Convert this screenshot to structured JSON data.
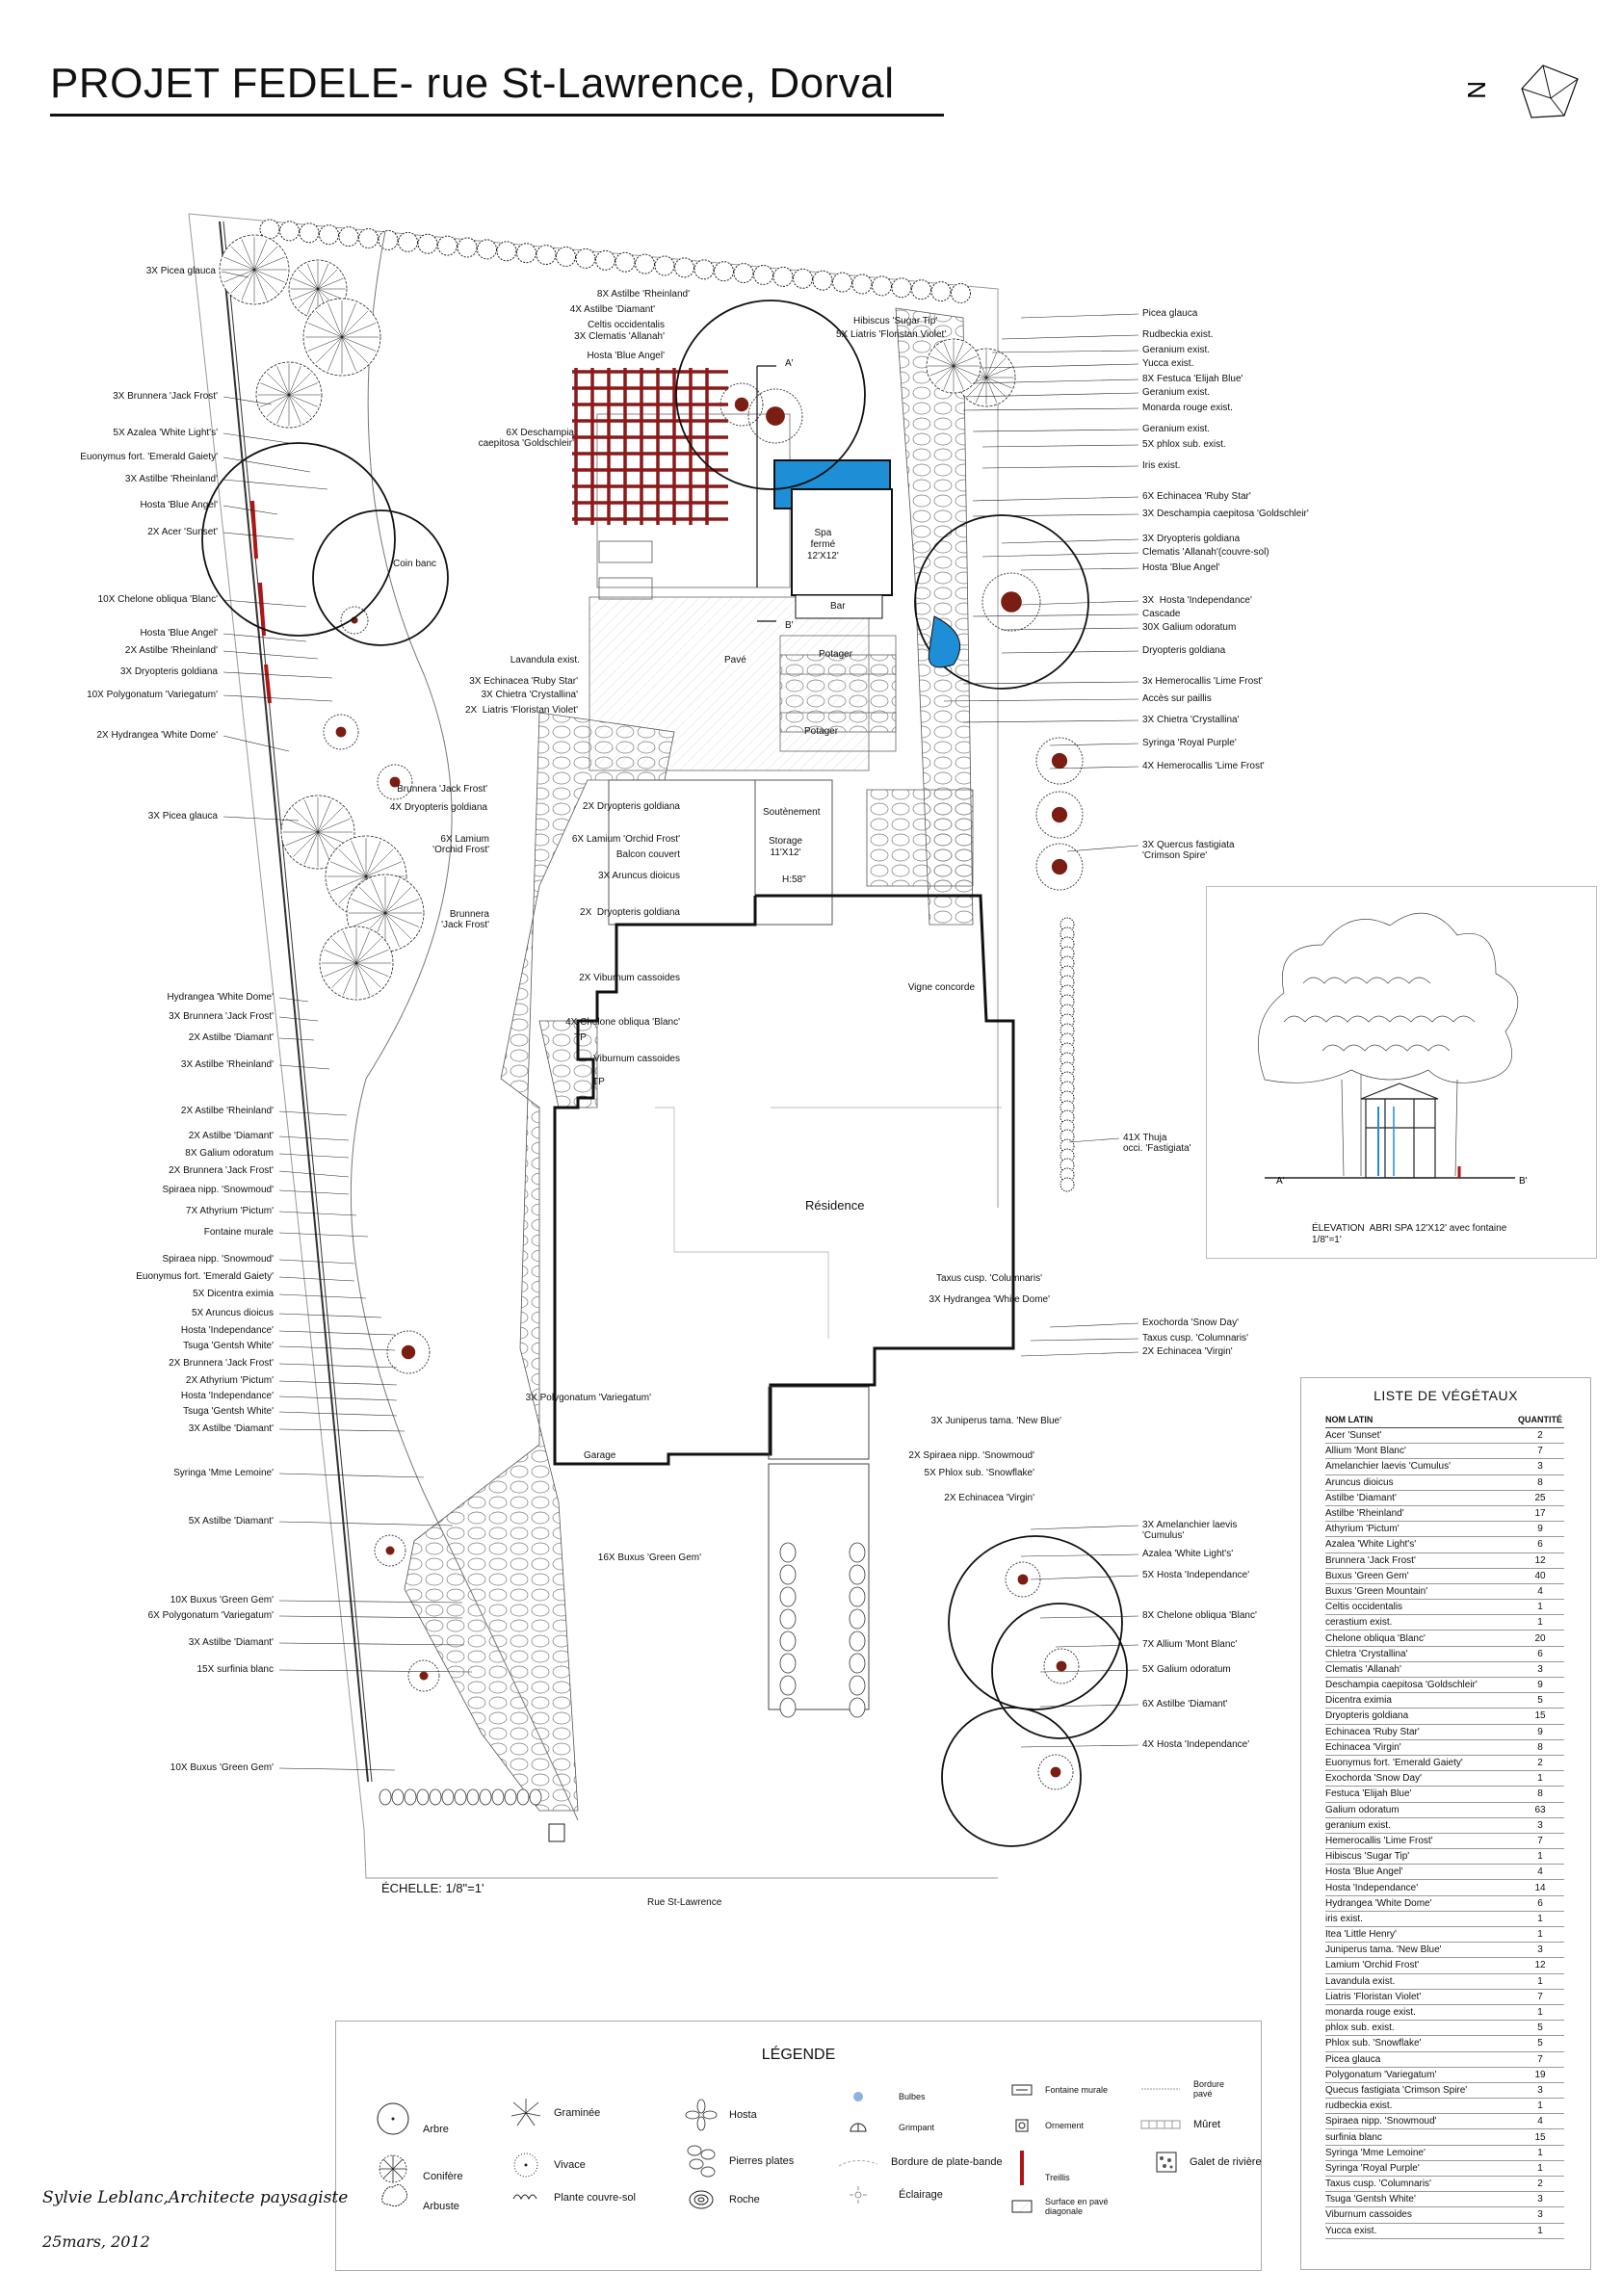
{
  "title": "PROJET FEDELE- rue St-Lawrence, Dorval",
  "north_symbol": "N",
  "scale": "ÉCHELLE: 1/8\"=1'",
  "street": "Rue St-Lawrence",
  "plan_inner": {
    "spa": "Spa\nfermé\n12'X12'",
    "bar": "Bar",
    "pave": "Pavé",
    "potager1": "Potager",
    "potager2": "Potager",
    "soutenement": "Soutènement",
    "storage": "Storage\n11'X12'",
    "height": "H:58\"",
    "residence": "Résidence",
    "garage": "Garage",
    "tp1": "TP",
    "tp2": "TP",
    "a_top": "A'",
    "b_top": "B'",
    "coin_banc": "Coin banc"
  },
  "left_labels": [
    "3X Picea glauca",
    "3X Brunnera 'Jack Frost'",
    "5X Azalea 'White Light's'",
    "Euonymus fort. 'Emerald Gaiety'",
    "3X Astilbe 'Rheinland'",
    "Hosta 'Blue Angel'",
    "2X  Acer 'Sunset'",
    "10X Chelone obliqua 'Blanc'",
    "Hosta 'Blue Angel'",
    "2X  Astilbe 'Rheinland'",
    "3X Dryopteris goldiana",
    "10X  Polygonatum 'Variegatum'",
    "2X Hydrangea 'White Dome'",
    "3X Picea glauca",
    "Hydrangea 'White Dome'",
    "3X Brunnera 'Jack Frost'",
    "2X Astilbe 'Diamant'",
    "3X Astilbe 'Rheinland'",
    "2X Astilbe 'Rheinland'",
    "2X Astilbe 'Diamant'",
    "8X Galium odoratum",
    "2X Brunnera 'Jack Frost'",
    "Spiraea nipp. 'Snowmoud'",
    "7X  Athyrium 'Pictum'",
    "Fontaine murale",
    "Spiraea nipp. 'Snowmoud'",
    "Euonymus fort. 'Emerald Gaiety'",
    "5X Dicentra eximia",
    "5X Aruncus dioicus",
    "Hosta 'Independance'",
    "Tsuga 'Gentsh White'",
    "2X Brunnera 'Jack Frost'",
    "2X Athyrium 'Pictum'",
    "Hosta 'Independance'",
    "Tsuga 'Gentsh White'",
    "3X Astilbe 'Diamant'",
    "Syringa 'Mme Lemoine'",
    "5X Astilbe 'Diamant'",
    "10X Buxus 'Green Gem'",
    "6X Polygonatum 'Variegatum'",
    "3X Astilbe 'Diamant'",
    "15X surfinia blanc",
    "10X Buxus 'Green Gem'"
  ],
  "center_labels": [
    "8X Astilbe 'Rheinland'",
    "4X Astilbe 'Diamant'",
    "Celtis occidentalis",
    "3X Clematis 'Allanah'",
    "Hosta 'Blue Angel'",
    "Hibiscus 'Sugar Tip'",
    "5X Liatris 'Floristan Violet'",
    "6X Deschampia\ncaepitosa 'Goldschleir'",
    "Lavandula exist.",
    "3X Echinacea 'Ruby Star'",
    "3X Chietra 'Crystallina'",
    "2X  Liatris 'Floristan Violet'",
    "Brunnera 'Jack Frost'",
    "4X Dryopteris goldiana",
    "6X Lamium\n'Orchid Frost'",
    "Brunnera\n'Jack Frost'",
    "2X Dryopteris goldiana",
    "6X Lamium 'Orchid Frost'",
    "Balcon couvert",
    "3X Aruncus dioicus",
    "2X  Dryopteris goldiana",
    "2X Viburnum cassoides",
    "4X Chelone obliqua 'Blanc'",
    "Viburnum cassoides",
    "Vigne concorde",
    "3X Polygonatum 'Variegatum'",
    "16X Buxus 'Green Gem'",
    "Taxus cusp. 'Columnaris'",
    "3X Hydrangea 'White Dome'",
    "3X Juniperus tama. 'New Blue'",
    "2X Spiraea nipp. 'Snowmoud'",
    "5X Phlox sub. 'Snowflake'",
    "2X Echinacea 'Virgin'"
  ],
  "right_labels": [
    "Picea glauca",
    "Rudbeckia exist.",
    "Geranium exist.",
    "Yucca exist.",
    "8X Festuca 'Elijah Blue'",
    "Geranium exist.",
    "Monarda rouge exist.",
    "Geranium exist.",
    "5X phlox sub. exist.",
    "Iris exist.",
    "6X Echinacea 'Ruby Star'",
    "3X Deschampia caepitosa 'Goldschleir'",
    "3X Dryopteris goldiana",
    "Clematis 'Allanah'(couvre-sol)",
    "Hosta 'Blue Angel'",
    "3X  Hosta 'Independance'",
    "Cascade",
    "30X Galium odoratum",
    "Dryopteris goldiana",
    "3x Hemerocallis 'Lime Frost'",
    "Accès sur paillis",
    "3X Chietra 'Crystallina'",
    "Syringa 'Royal Purple'",
    "4X Hemerocallis 'Lime Frost'",
    "3X Quercus fastigiata\n'Crimson Spire'",
    "41X Thuja\nocci. 'Fastigiata'",
    "Exochorda 'Snow Day'",
    "Taxus cusp. 'Columnaris'",
    "2X Echinacea 'Virgin'",
    "3X Amelanchier laevis\n'Cumulus'",
    "Azalea 'White Light's'",
    "5X Hosta 'Independance'",
    "8X Chelone obliqua 'Blanc'",
    "7X Allium 'Mont Blanc'",
    "5X Galium odoratum",
    "6X Astilbe 'Diamant'",
    "4X Hosta 'Independance'"
  ],
  "elevation": {
    "a_label": "A'",
    "b_label": "B'",
    "caption": "ÉLEVATION  ABRI SPA 12'X12' avec fontaine\n1/8\"=1'"
  },
  "vegetation_list": {
    "title": "LISTE DE VÉGÉTAUX",
    "col_name": "NOM LATIN",
    "col_qty": "QUANTITÉ",
    "rows": [
      [
        "Acer 'Sunset'",
        "2"
      ],
      [
        "Allium 'Mont Blanc'",
        "7"
      ],
      [
        "Amelanchier laevis 'Cumulus'",
        "3"
      ],
      [
        "Aruncus dioicus",
        "8"
      ],
      [
        "Astilbe 'Diamant'",
        "25"
      ],
      [
        "Astilbe 'Rheinland'",
        "17"
      ],
      [
        "Athyrium 'Pictum'",
        "9"
      ],
      [
        "Azalea 'White Light's'",
        "6"
      ],
      [
        "Brunnera 'Jack Frost'",
        "12"
      ],
      [
        "Buxus 'Green Gem'",
        "40"
      ],
      [
        "Buxus 'Green Mountain'",
        "4"
      ],
      [
        "Celtis occidentalis",
        "1"
      ],
      [
        "cerastium exist.",
        "1"
      ],
      [
        "Chelone obliqua 'Blanc'",
        "20"
      ],
      [
        "Chletra 'Crystallina'",
        "6"
      ],
      [
        "Clematis 'Allanah'",
        "3"
      ],
      [
        "Deschampia caepitosa 'Goldschleir'",
        "9"
      ],
      [
        "Dicentra eximia",
        "5"
      ],
      [
        "Dryopteris goldiana",
        "15"
      ],
      [
        "Echinacea 'Ruby Star'",
        "9"
      ],
      [
        "Echinacea 'Virgin'",
        "8"
      ],
      [
        "Euonymus fort. 'Emerald Gaiety'",
        "2"
      ],
      [
        "Exochorda 'Snow Day'",
        "1"
      ],
      [
        "Festuca 'Elijah Blue'",
        "8"
      ],
      [
        "Galium odoratum",
        "63"
      ],
      [
        "geranium exist.",
        "3"
      ],
      [
        "Hemerocallis 'Lime Frost'",
        "7"
      ],
      [
        "Hibiscus 'Sugar Tip'",
        "1"
      ],
      [
        "Hosta 'Blue Angel'",
        "4"
      ],
      [
        "Hosta 'Independance'",
        "14"
      ],
      [
        "Hydrangea 'White Dome'",
        "6"
      ],
      [
        "iris exist.",
        "1"
      ],
      [
        "Itea 'Little Henry'",
        "1"
      ],
      [
        "Juniperus tama. 'New Blue'",
        "3"
      ],
      [
        "Lamium 'Orchid Frost'",
        "12"
      ],
      [
        "Lavandula exist.",
        "1"
      ],
      [
        "Liatris 'Floristan Violet'",
        "7"
      ],
      [
        "monarda rouge exist.",
        "1"
      ],
      [
        "phlox sub. exist.",
        "5"
      ],
      [
        "Phlox sub. 'Snowflake'",
        "5"
      ],
      [
        "Picea glauca",
        "7"
      ],
      [
        "Polygonatum 'Variegatum'",
        "19"
      ],
      [
        "Quecus fastigiata 'Crimson Spire'",
        "3"
      ],
      [
        "rudbeckia exist.",
        "1"
      ],
      [
        "Spiraea nipp. 'Snowmoud'",
        "4"
      ],
      [
        "surfinia blanc",
        "15"
      ],
      [
        "Syringa 'Mme Lemoine'",
        "1"
      ],
      [
        "Syringa 'Royal Purple'",
        "1"
      ],
      [
        "Taxus cusp. 'Columnaris'",
        "2"
      ],
      [
        "Tsuga 'Gentsh White'",
        "3"
      ],
      [
        "Viburnum cassoides",
        "3"
      ],
      [
        "Yucca exist.",
        "1"
      ]
    ]
  },
  "legend": {
    "title": "LÉGENDE",
    "items": {
      "arbre": "Arbre",
      "conifere": "Conifère",
      "arbuste": "Arbuste",
      "graminee": "Graminée",
      "vivace": "Vivace",
      "couvre_sol": "Plante couvre-sol",
      "hosta": "Hosta",
      "pierres_plates": "Pierres plates",
      "roche": "Roche",
      "bulbes": "Bulbes",
      "grimpant": "Grimpant",
      "bordure_plate_bande": "Bordure de plate-bande",
      "eclairage": "Éclairage",
      "fontaine_murale": "Fontaine murale",
      "ornement": "Ornement",
      "treillis": "Treillis",
      "surface_pave": "Surface en pavé\ndiagonale",
      "bordure_pave": "Bordure\npavé",
      "muret": "Mûret",
      "galet": "Galet de rivière"
    }
  },
  "signature": "Sylvie Leblanc,Architecte paysagiste",
  "date": "25mars, 2012",
  "colors": {
    "trellis": "#8b1a1a",
    "trees_dot": "#7a1d12",
    "pool": "#1e8fd6",
    "ink": "#111111"
  }
}
